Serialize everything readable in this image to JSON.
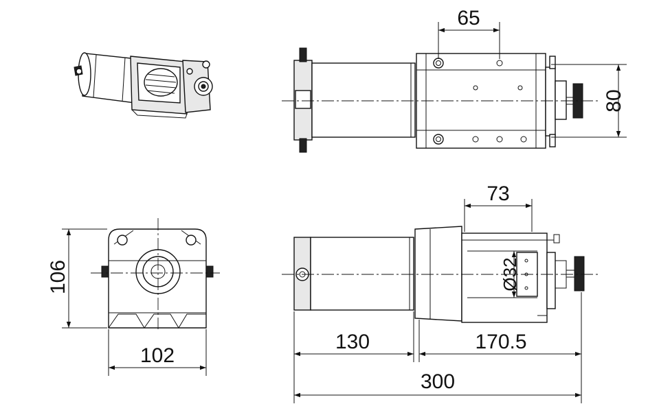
{
  "dimensions": {
    "top_spacing": "65",
    "top_height": "80",
    "mid_spacing": "73",
    "drum_diameter": "Ø32",
    "end_height": "106",
    "end_width": "102",
    "motor_length": "130",
    "drum_length": "170.5",
    "overall_length": "300"
  }
}
